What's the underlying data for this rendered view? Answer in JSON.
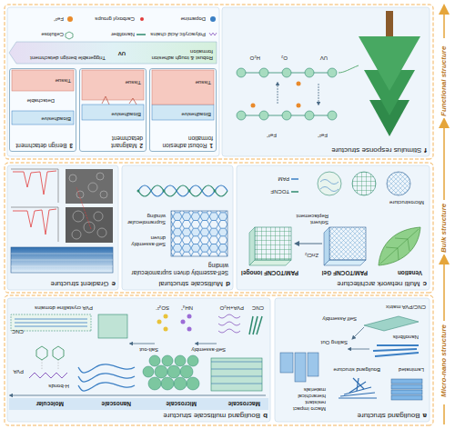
{
  "diagram": {
    "nodes": [
      {
        "text": [
          "Micro-nano structure"
        ]
      },
      {
        "text": [
          "Bulk structure"
        ]
      },
      {
        "text": [
          "Functional structure"
        ]
      },
      {
        "text": [
          "a",
          "Bouligand structure"
        ]
      },
      {
        "text": [
          "b",
          "Bouligand multiscale structure"
        ]
      },
      {
        "text": [
          "c",
          "Multi network architecture"
        ]
      },
      {
        "text": [
          "d",
          "Multiscale structural"
        ]
      },
      {
        "text": [
          "e",
          "Gradient structure"
        ]
      },
      {
        "text": [
          "f",
          "Stimulus response structure"
        ]
      },
      {
        "text": [
          "1",
          "Robust adhesion formation"
        ]
      },
      {
        "text": [
          "2",
          "Malignant detachment"
        ]
      },
      {
        "text": [
          "3",
          "Benign detachment"
        ]
      }
    ],
    "edges": [
      {
        "from": 0,
        "to": 1,
        "arrow": "to"
      },
      {
        "from": 1,
        "to": 2,
        "arrow": "to"
      }
    ],
    "labels": [
      "CNC/PVA matrix",
      "Self Assembly",
      "Sailing Out",
      "Nanofibrils",
      "Laminated",
      "Bouligand structure",
      "Macro impact resistant hierarchical materials",
      "Macroscale",
      "Microscale",
      "Nanoscale",
      "Molecular",
      "Self-assembly",
      "Salt-out",
      "CNC",
      "PVA+H₂O",
      "NH₄⁺",
      "SO₄²⁻",
      "PVA crystalline domains",
      "H-bonds",
      "PVA",
      "CNC",
      "Venation",
      "PAM/TOCNF Gel",
      "PAM/TOCNF ionogel",
      "ZnCl₂",
      "Solvent Replacement",
      "Microstructure",
      "TOCNF",
      "PAM",
      "Self-assembly driven supramolecular winding",
      "Self-assembly driven",
      "Supramolecular winding",
      "Fe³⁺",
      "Fe²⁺",
      "UV",
      "O₂",
      "H₂O",
      "Bioadhesive",
      "Tissue",
      "Bioadhesive",
      "Tissue",
      "Bioadhesive",
      "Tissue",
      "Detachable",
      "Robust & tough adhesion formation",
      "UV",
      "Triggerable benign detachment"
    ],
    "legend": [
      {
        "text": "Polyacrylic Acid chains"
      },
      {
        "text": "Nanofiber"
      },
      {
        "text": "Cellulose"
      },
      {
        "text": "Dopamine"
      },
      {
        "text": "Carboxyl groups"
      },
      {
        "text": "Fe³⁺"
      }
    ]
  }
}
